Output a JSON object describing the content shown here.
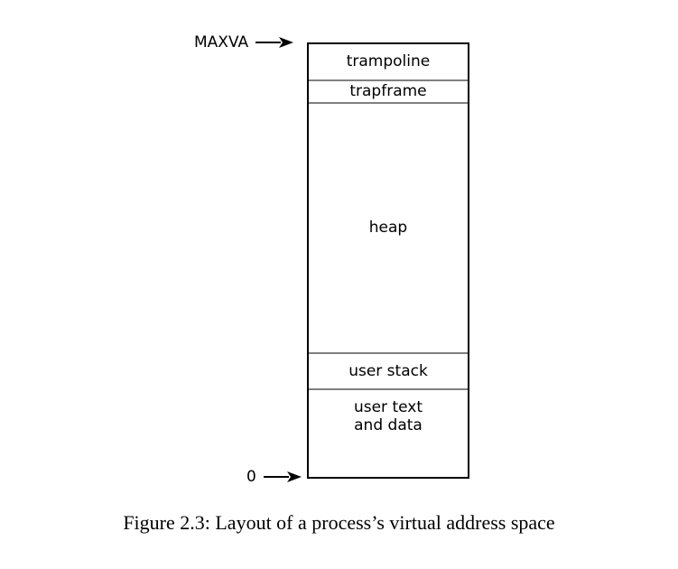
{
  "figure": {
    "caption": "Figure 2.3: Layout of a process’s virtual address space",
    "diagram_type": "memory-layout",
    "colors": {
      "outer_border": "#000000",
      "inner_divider": "#808080",
      "background": "#ffffff",
      "text": "#000000"
    },
    "annotations": [
      {
        "label": "MAXVA",
        "position": "top",
        "icon": "right-arrow-icon"
      },
      {
        "label": "0",
        "position": "bottom",
        "icon": "right-arrow-icon"
      }
    ],
    "segments": [
      {
        "id": "trampoline",
        "label": "trampoline"
      },
      {
        "id": "trapframe",
        "label": "trapframe"
      },
      {
        "id": "heap",
        "label": "heap"
      },
      {
        "id": "user-stack",
        "label": "user stack"
      },
      {
        "id": "user-text",
        "label": "user text\nand data"
      }
    ]
  }
}
